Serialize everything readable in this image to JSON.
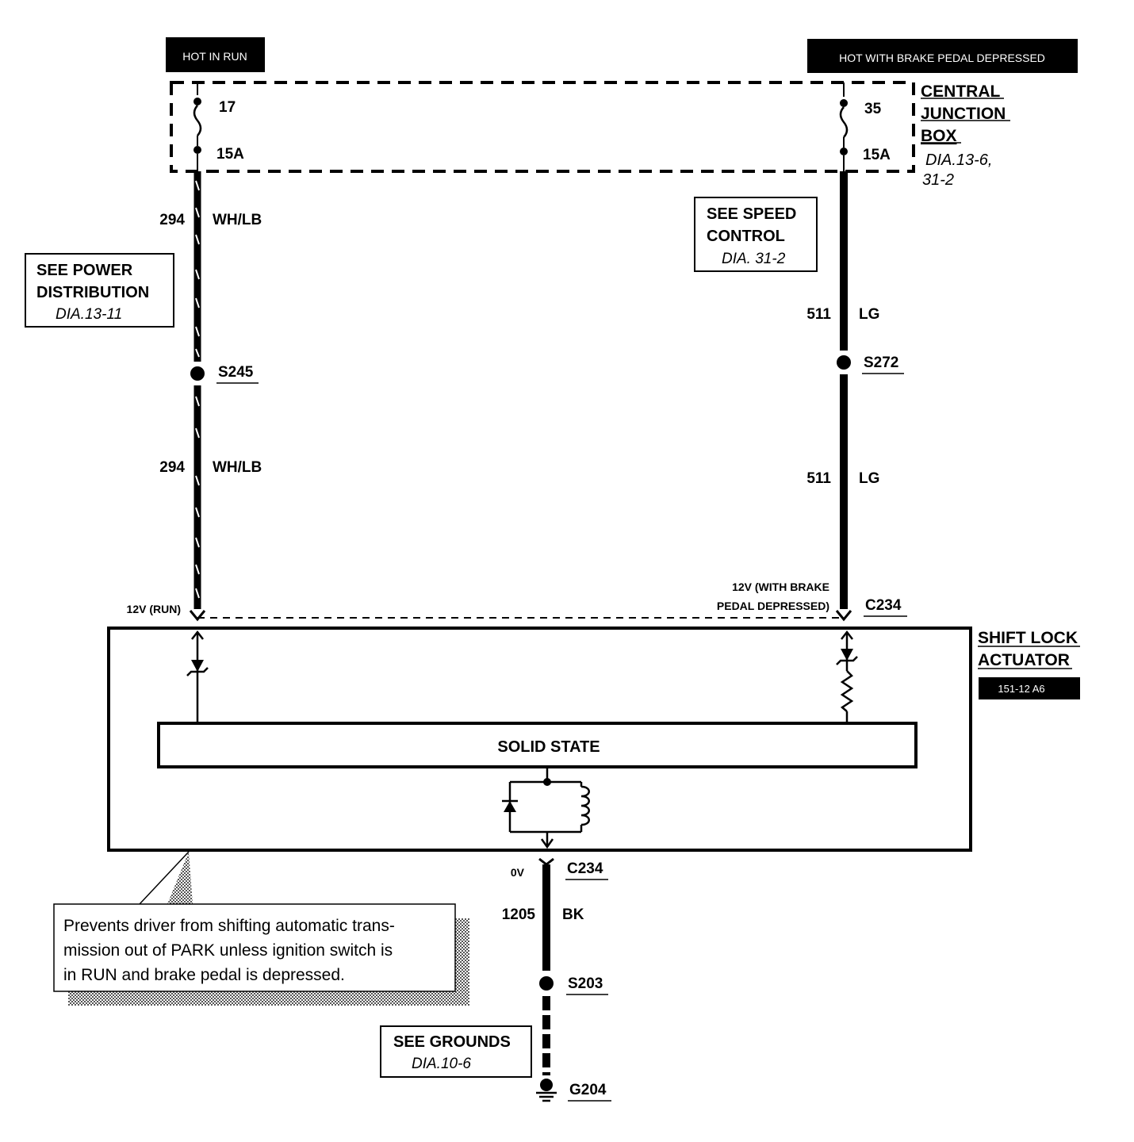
{
  "tags": {
    "hot_in_run": "HOT IN RUN",
    "hot_with_brake": "HOT WITH BRAKE PEDAL DEPRESSED"
  },
  "junction_box": {
    "title_line1": "CENTRAL",
    "title_line2": "JUNCTION",
    "title_line3": "BOX",
    "ref_line1": "DIA.13-6,",
    "ref_line2": "31-2",
    "fuse_left_number": "17",
    "fuse_left_rating": "15A",
    "fuse_right_number": "35",
    "fuse_right_rating": "15A"
  },
  "left_circuit": {
    "wire_upper_number": "294",
    "wire_upper_color": "WH/LB",
    "splice": "S245",
    "wire_lower_number": "294",
    "wire_lower_color": "WH/LB",
    "voltage": "12V (RUN)"
  },
  "right_circuit": {
    "wire_upper_number": "511",
    "wire_upper_color": "LG",
    "splice": "S272",
    "wire_lower_number": "511",
    "wire_lower_color": "LG",
    "voltage_line1": "12V (WITH BRAKE",
    "voltage_line2": "PEDAL DEPRESSED)",
    "connector": "C234"
  },
  "see_boxes": {
    "power_line1": "SEE POWER",
    "power_line2": "DISTRIBUTION",
    "power_ref": "DIA.13-11",
    "speed_line1": "SEE SPEED",
    "speed_line2": "CONTROL",
    "speed_ref": "DIA. 31-2",
    "grounds_line1": "SEE GROUNDS",
    "grounds_ref": "DIA.10-6"
  },
  "actuator": {
    "name_line1": "SHIFT LOCK",
    "name_line2": "ACTUATOR",
    "part_tag": "151-12 A6",
    "module_label": "SOLID STATE"
  },
  "ground_circuit": {
    "voltage": "0V",
    "connector": "C234",
    "wire_number": "1205",
    "wire_color": "BK",
    "splice": "S203",
    "ground": "G204"
  },
  "note": {
    "line1": "Prevents driver from shifting automatic trans-",
    "line2": "mission out of PARK unless ignition switch is",
    "line3": "in RUN and brake pedal is depressed."
  }
}
